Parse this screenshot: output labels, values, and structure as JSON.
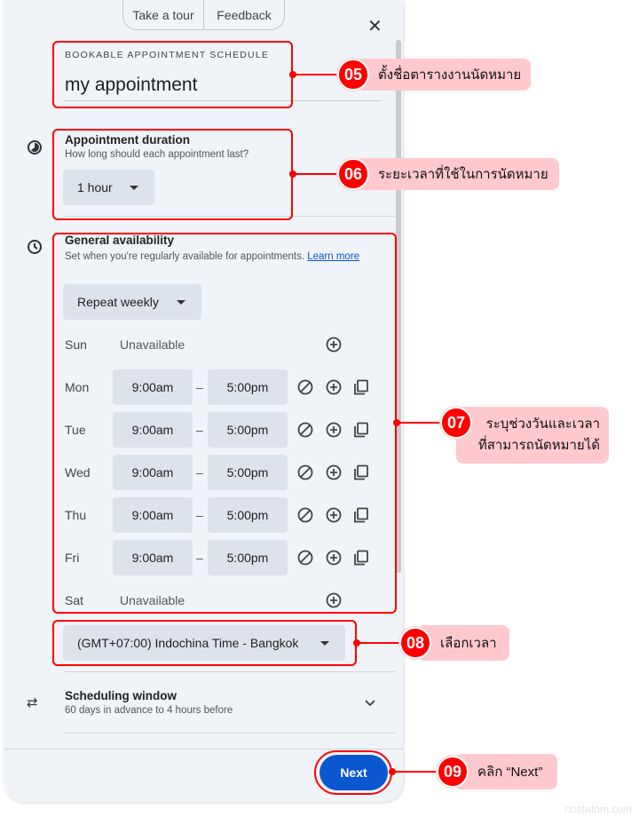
{
  "toolbar": {
    "take_tour": "Take a tour",
    "feedback": "Feedback",
    "close": "✕"
  },
  "schedule": {
    "label": "BOOKABLE APPOINTMENT SCHEDULE",
    "title": "my appointment"
  },
  "duration": {
    "heading": "Appointment duration",
    "sub": "How long should each appointment last?",
    "value": "1 hour"
  },
  "availability": {
    "heading": "General availability",
    "sub": "Set when you're regularly available for appointments.",
    "link": "Learn more",
    "repeat": "Repeat weekly",
    "days": [
      {
        "day": "Sun",
        "status": "Unavailable"
      },
      {
        "day": "Mon",
        "start": "9:00am",
        "end": "5:00pm"
      },
      {
        "day": "Tue",
        "start": "9:00am",
        "end": "5:00pm"
      },
      {
        "day": "Wed",
        "start": "9:00am",
        "end": "5:00pm"
      },
      {
        "day": "Thu",
        "start": "9:00am",
        "end": "5:00pm"
      },
      {
        "day": "Fri",
        "start": "9:00am",
        "end": "5:00pm"
      },
      {
        "day": "Sat",
        "status": "Unavailable"
      }
    ],
    "dash": "–"
  },
  "timezone": "(GMT+07:00) Indochina Time - Bangkok",
  "window": {
    "heading": "Scheduling window",
    "sub": "60 days in advance to 4 hours before"
  },
  "next": "Next",
  "annotations": [
    {
      "num": "05",
      "text": "ตั้งชื่อตารางงานนัดหมาย"
    },
    {
      "num": "06",
      "text": "ระยะเวลาที่ใช้ในการนัดหมาย"
    },
    {
      "num": "07",
      "text1": "ระบุช่วงวันและเวลา",
      "text2": "ที่สามารถนัดหมายได้"
    },
    {
      "num": "08",
      "text": "เลือกเวลา"
    },
    {
      "num": "09",
      "text": "คลิก “Next”"
    }
  ],
  "watermark": "hostatom.com",
  "colors": {
    "panel": "#f0f4f9",
    "accent": "#0b57d0",
    "annotation": "#ff0000",
    "note": "#ffc9ce"
  }
}
